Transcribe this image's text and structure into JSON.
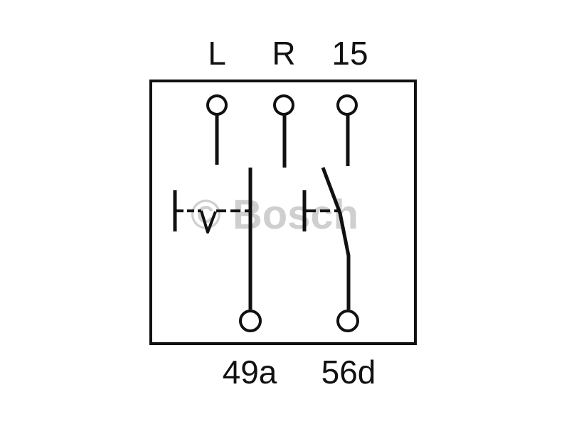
{
  "colors": {
    "ink": "#111111",
    "watermark": "#cfcfcf",
    "background": "#ffffff"
  },
  "terminals_top": [
    {
      "label": "L"
    },
    {
      "label": "R"
    },
    {
      "label": "15"
    }
  ],
  "terminals_bottom": [
    {
      "label": "49a"
    },
    {
      "label": "56d"
    }
  ],
  "watermark": {
    "text": "© Bosch"
  }
}
